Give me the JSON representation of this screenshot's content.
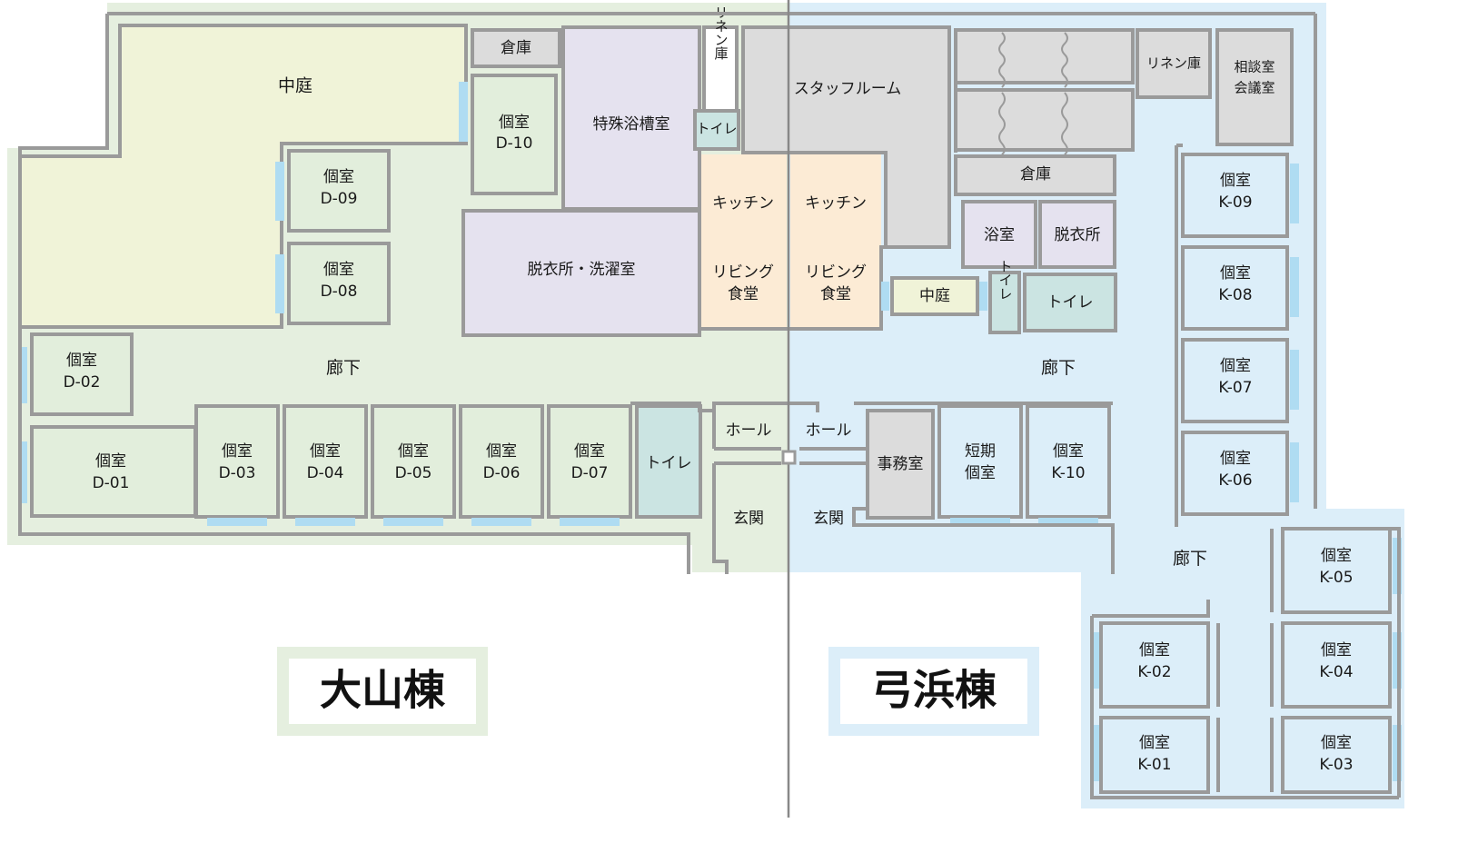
{
  "plan": {
    "title_left": "大山棟",
    "title_right": "弓浜棟",
    "colors": {
      "site_green": "#E5EFDF",
      "site_blue": "#DCEEF9",
      "room_green": "#E2EEDC",
      "room_blue": "#DCEEF9",
      "courtyard": "#F0F3D8",
      "service_gray": "#DCDCDC",
      "bath_purple": "#E5E2EF",
      "kitchen_orange": "#FCEBD5",
      "toilet_teal": "#CBE4E2",
      "wall": "#9A9A9A",
      "window": "#AFDCF2",
      "text": "#1a1a1a"
    },
    "labels": {
      "kosh": "個室",
      "corridor": "廊下",
      "courtyard": "中庭",
      "storage": "倉庫",
      "linen": "リネン庫",
      "toilet": "トイレ",
      "staff_room": "スタッフルーム",
      "kitchen": "キッチン",
      "living_dining_1": "リビング",
      "living_dining_2": "食堂",
      "special_bath": "特殊浴槽室",
      "changing_laundry": "脱衣所・洗濯室",
      "bathroom": "浴室",
      "changing": "脱衣所",
      "consult_1": "相談室",
      "consult_2": "会議室",
      "office": "事務室",
      "short_stay_1": "短期",
      "short_stay_2": "個室",
      "hall": "ホール",
      "entrance": "玄関"
    },
    "rooms_daisen": [
      {
        "id": "D-01",
        "label": "個室",
        "code": "D-01"
      },
      {
        "id": "D-02",
        "label": "個室",
        "code": "D-02"
      },
      {
        "id": "D-03",
        "label": "個室",
        "code": "D-03"
      },
      {
        "id": "D-04",
        "label": "個室",
        "code": "D-04"
      },
      {
        "id": "D-05",
        "label": "個室",
        "code": "D-05"
      },
      {
        "id": "D-06",
        "label": "個室",
        "code": "D-06"
      },
      {
        "id": "D-07",
        "label": "個室",
        "code": "D-07"
      },
      {
        "id": "D-08",
        "label": "個室",
        "code": "D-08"
      },
      {
        "id": "D-09",
        "label": "個室",
        "code": "D-09"
      },
      {
        "id": "D-10",
        "label": "個室",
        "code": "D-10"
      }
    ],
    "rooms_yumigahama": [
      {
        "id": "K-01",
        "label": "個室",
        "code": "K-01"
      },
      {
        "id": "K-02",
        "label": "個室",
        "code": "K-02"
      },
      {
        "id": "K-03",
        "label": "個室",
        "code": "K-03"
      },
      {
        "id": "K-04",
        "label": "個室",
        "code": "K-04"
      },
      {
        "id": "K-05",
        "label": "個室",
        "code": "K-05"
      },
      {
        "id": "K-06",
        "label": "個室",
        "code": "K-06"
      },
      {
        "id": "K-07",
        "label": "個室",
        "code": "K-07"
      },
      {
        "id": "K-08",
        "label": "個室",
        "code": "K-08"
      },
      {
        "id": "K-09",
        "label": "個室",
        "code": "K-09"
      },
      {
        "id": "K-10",
        "label": "個室",
        "code": "K-10"
      }
    ]
  }
}
